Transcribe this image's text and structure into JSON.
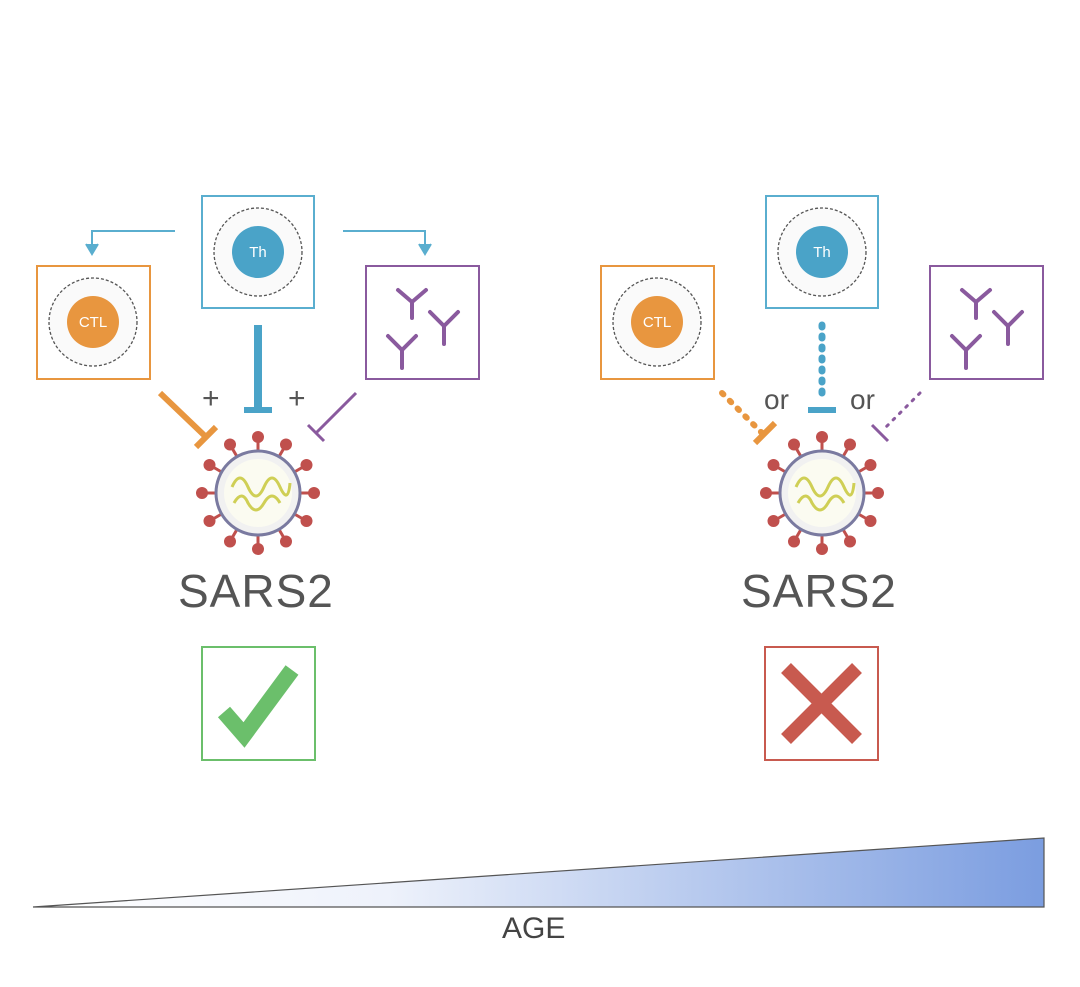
{
  "left_panel": {
    "th_label": "Th",
    "ctl_label": "CTL",
    "operator_1": "+",
    "operator_2": "+",
    "virus_label": "SARS2",
    "outcome": "check"
  },
  "right_panel": {
    "th_label": "Th",
    "ctl_label": "CTL",
    "operator_1": "or",
    "operator_2": "or",
    "virus_label": "SARS2",
    "outcome": "cross"
  },
  "axis": {
    "label": "AGE",
    "gradient_start": "#ffffff",
    "gradient_end": "#7b9de0"
  },
  "colors": {
    "th": "#4aa3c8",
    "ctl": "#e8963f",
    "antibody": "#8a5a9e",
    "virus_spike": "#c0504d",
    "virus_core": "#d9d96a",
    "check": "#6bbf6b",
    "cross": "#c85a4f",
    "membrane": "#4a4a6a"
  },
  "icons": {
    "check": "check-mark-icon",
    "cross": "cross-mark-icon"
  }
}
